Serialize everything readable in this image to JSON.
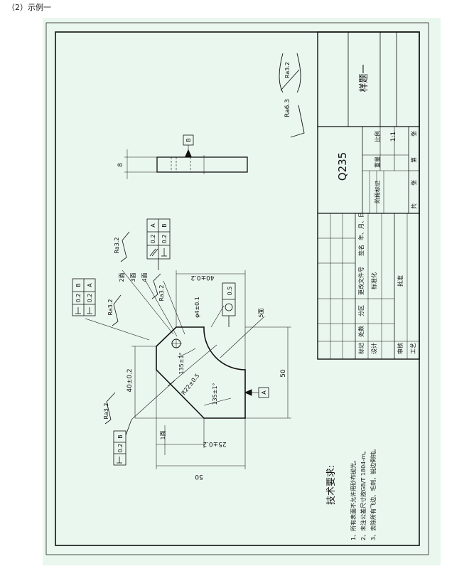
{
  "caption": "（2）示例一",
  "drawing": {
    "material": "Q235",
    "title": "样题一",
    "tech_title": "技术要求:",
    "tech_notes": [
      "1、所有表面不允许用砂布抛光。",
      "2、未注公差尺寸按GB/T 1804-m。",
      "3、去除所有飞边、毛刺，锐边倒钝。"
    ],
    "roughness_main": "Ra6.3",
    "roughness_other": "Ra3.2",
    "faces": [
      "1面",
      "2面",
      "3面",
      "4面",
      "5面"
    ],
    "datum_a": "A",
    "datum_b": "B",
    "tol_value": "0.2",
    "flatness_value": "0.5",
    "dims": {
      "d1": "25±0.2",
      "d2": "50",
      "d3": "40±0.2",
      "d4": "50",
      "d5": "40±0.2",
      "d6": "R22±0.5",
      "d7": "135±1°",
      "d8": "135±1°",
      "d9": "φ4±0.1",
      "d10": "8"
    },
    "title_block": {
      "row1": [
        "标记",
        "处数",
        "分区",
        "更改文件号",
        "签名",
        "年、月、日"
      ],
      "row2": [
        "设计",
        "标准化"
      ],
      "row3": [
        "审核",
        "批准"
      ],
      "row4": [
        "工艺"
      ],
      "stage": "阶段标记",
      "weight": "重量",
      "scale": "比例",
      "scale_value": "1:1",
      "sheets_total": "共",
      "sheets_no": "第",
      "sheet_unit": "张"
    }
  }
}
